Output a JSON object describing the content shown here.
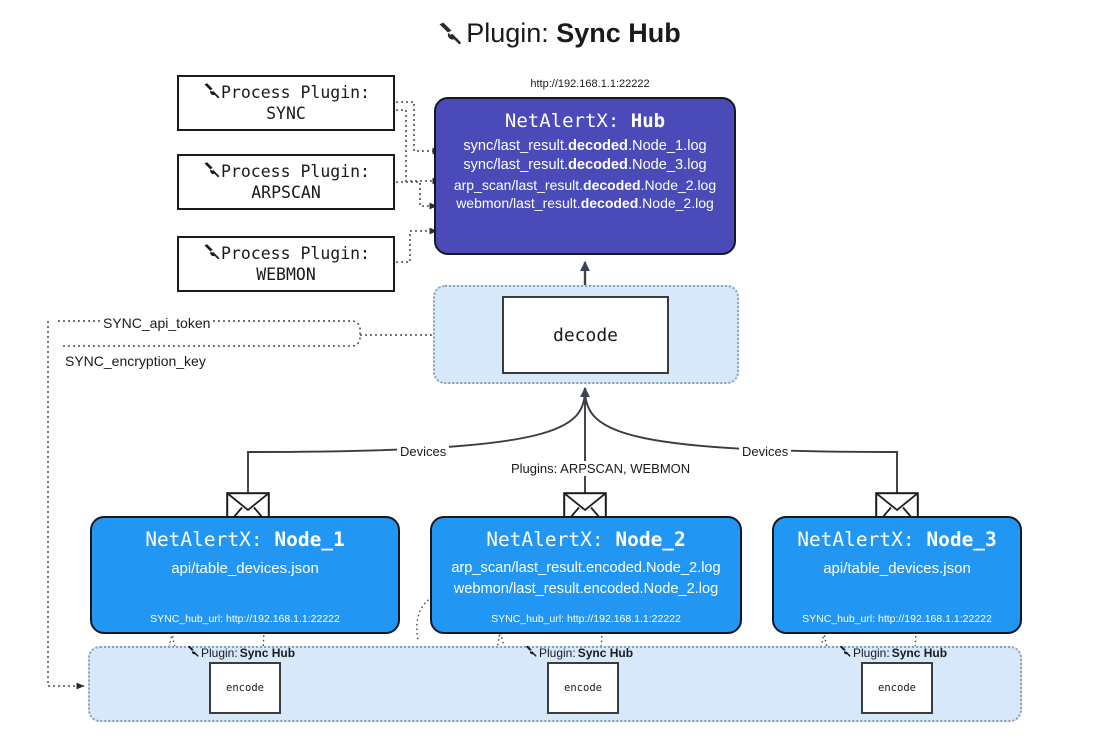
{
  "title": {
    "icon": "plug-icon",
    "prefix": "Plugin: ",
    "name": "Sync Hub"
  },
  "hub": {
    "url": "http://192.168.1.1:22222",
    "title_prefix": "NetAlertX: ",
    "title_name": "Hub",
    "logs": [
      {
        "pre": "sync/last_result.",
        "mid": "decoded",
        "post": ".Node_1.log"
      },
      {
        "pre": "sync/last_result.",
        "mid": "decoded",
        "post": ".Node_3.log"
      },
      {
        "pre": "arp_scan/last_result.",
        "mid": "decoded",
        "post": ".Node_2.log"
      },
      {
        "pre": "webmon/last_result.",
        "mid": "decoded",
        "post": ".Node_2.log"
      }
    ]
  },
  "process_plugins": [
    {
      "icon": "plug-icon",
      "line1": "Process Plugin:",
      "line2": "SYNC"
    },
    {
      "icon": "plug-icon",
      "line1": "Process Plugin:",
      "line2": "ARPSCAN"
    },
    {
      "icon": "plug-icon",
      "line1": "Process Plugin:",
      "line2": "WEBMON"
    }
  ],
  "settings_labels": {
    "api_token": "SYNC_api_token",
    "encryption_key": "SYNC_encryption_key"
  },
  "decode": {
    "label": "decode"
  },
  "edge_labels": {
    "devices_left": "Devices",
    "devices_right": "Devices",
    "plugins_center": "Plugins: ARPSCAN, WEBMON"
  },
  "nodes": [
    {
      "title_prefix": "NetAlertX: ",
      "title_name": "Node_1",
      "lines": [
        "api/table_devices.json"
      ],
      "footer": "SYNC_hub_url: http://192.168.1.1:22222",
      "mail_icon": "envelope-icon"
    },
    {
      "title_prefix": "NetAlertX: ",
      "title_name": "Node_2",
      "lines": [
        "arp_scan/last_result.encoded.Node_2.log",
        "webmon/last_result.encoded.Node_2.log"
      ],
      "footer": "SYNC_hub_url: http://192.168.1.1:22222",
      "mail_icon": "envelope-icon"
    },
    {
      "title_prefix": "NetAlertX: ",
      "title_name": "Node_3",
      "lines": [
        "api/table_devices.json"
      ],
      "footer": "SYNC_hub_url: http://192.168.1.1:22222",
      "mail_icon": "envelope-icon"
    }
  ],
  "encode_groups": [
    {
      "icon": "plug-icon",
      "label_prefix": "Plugin: ",
      "label_name": "Sync Hub",
      "box": "encode"
    },
    {
      "icon": "plug-icon",
      "label_prefix": "Plugin: ",
      "label_name": "Sync Hub",
      "box": "encode"
    },
    {
      "icon": "plug-icon",
      "label_prefix": "Plugin: ",
      "label_name": "Sync Hub",
      "box": "encode"
    }
  ],
  "colors": {
    "hub_fill": "#4a4ab9",
    "node_fill": "#2196f3",
    "band_fill": "#d7e8fb",
    "band_border": "#8aa1b5",
    "stroke": "#17171f",
    "background": "#ffffff"
  }
}
